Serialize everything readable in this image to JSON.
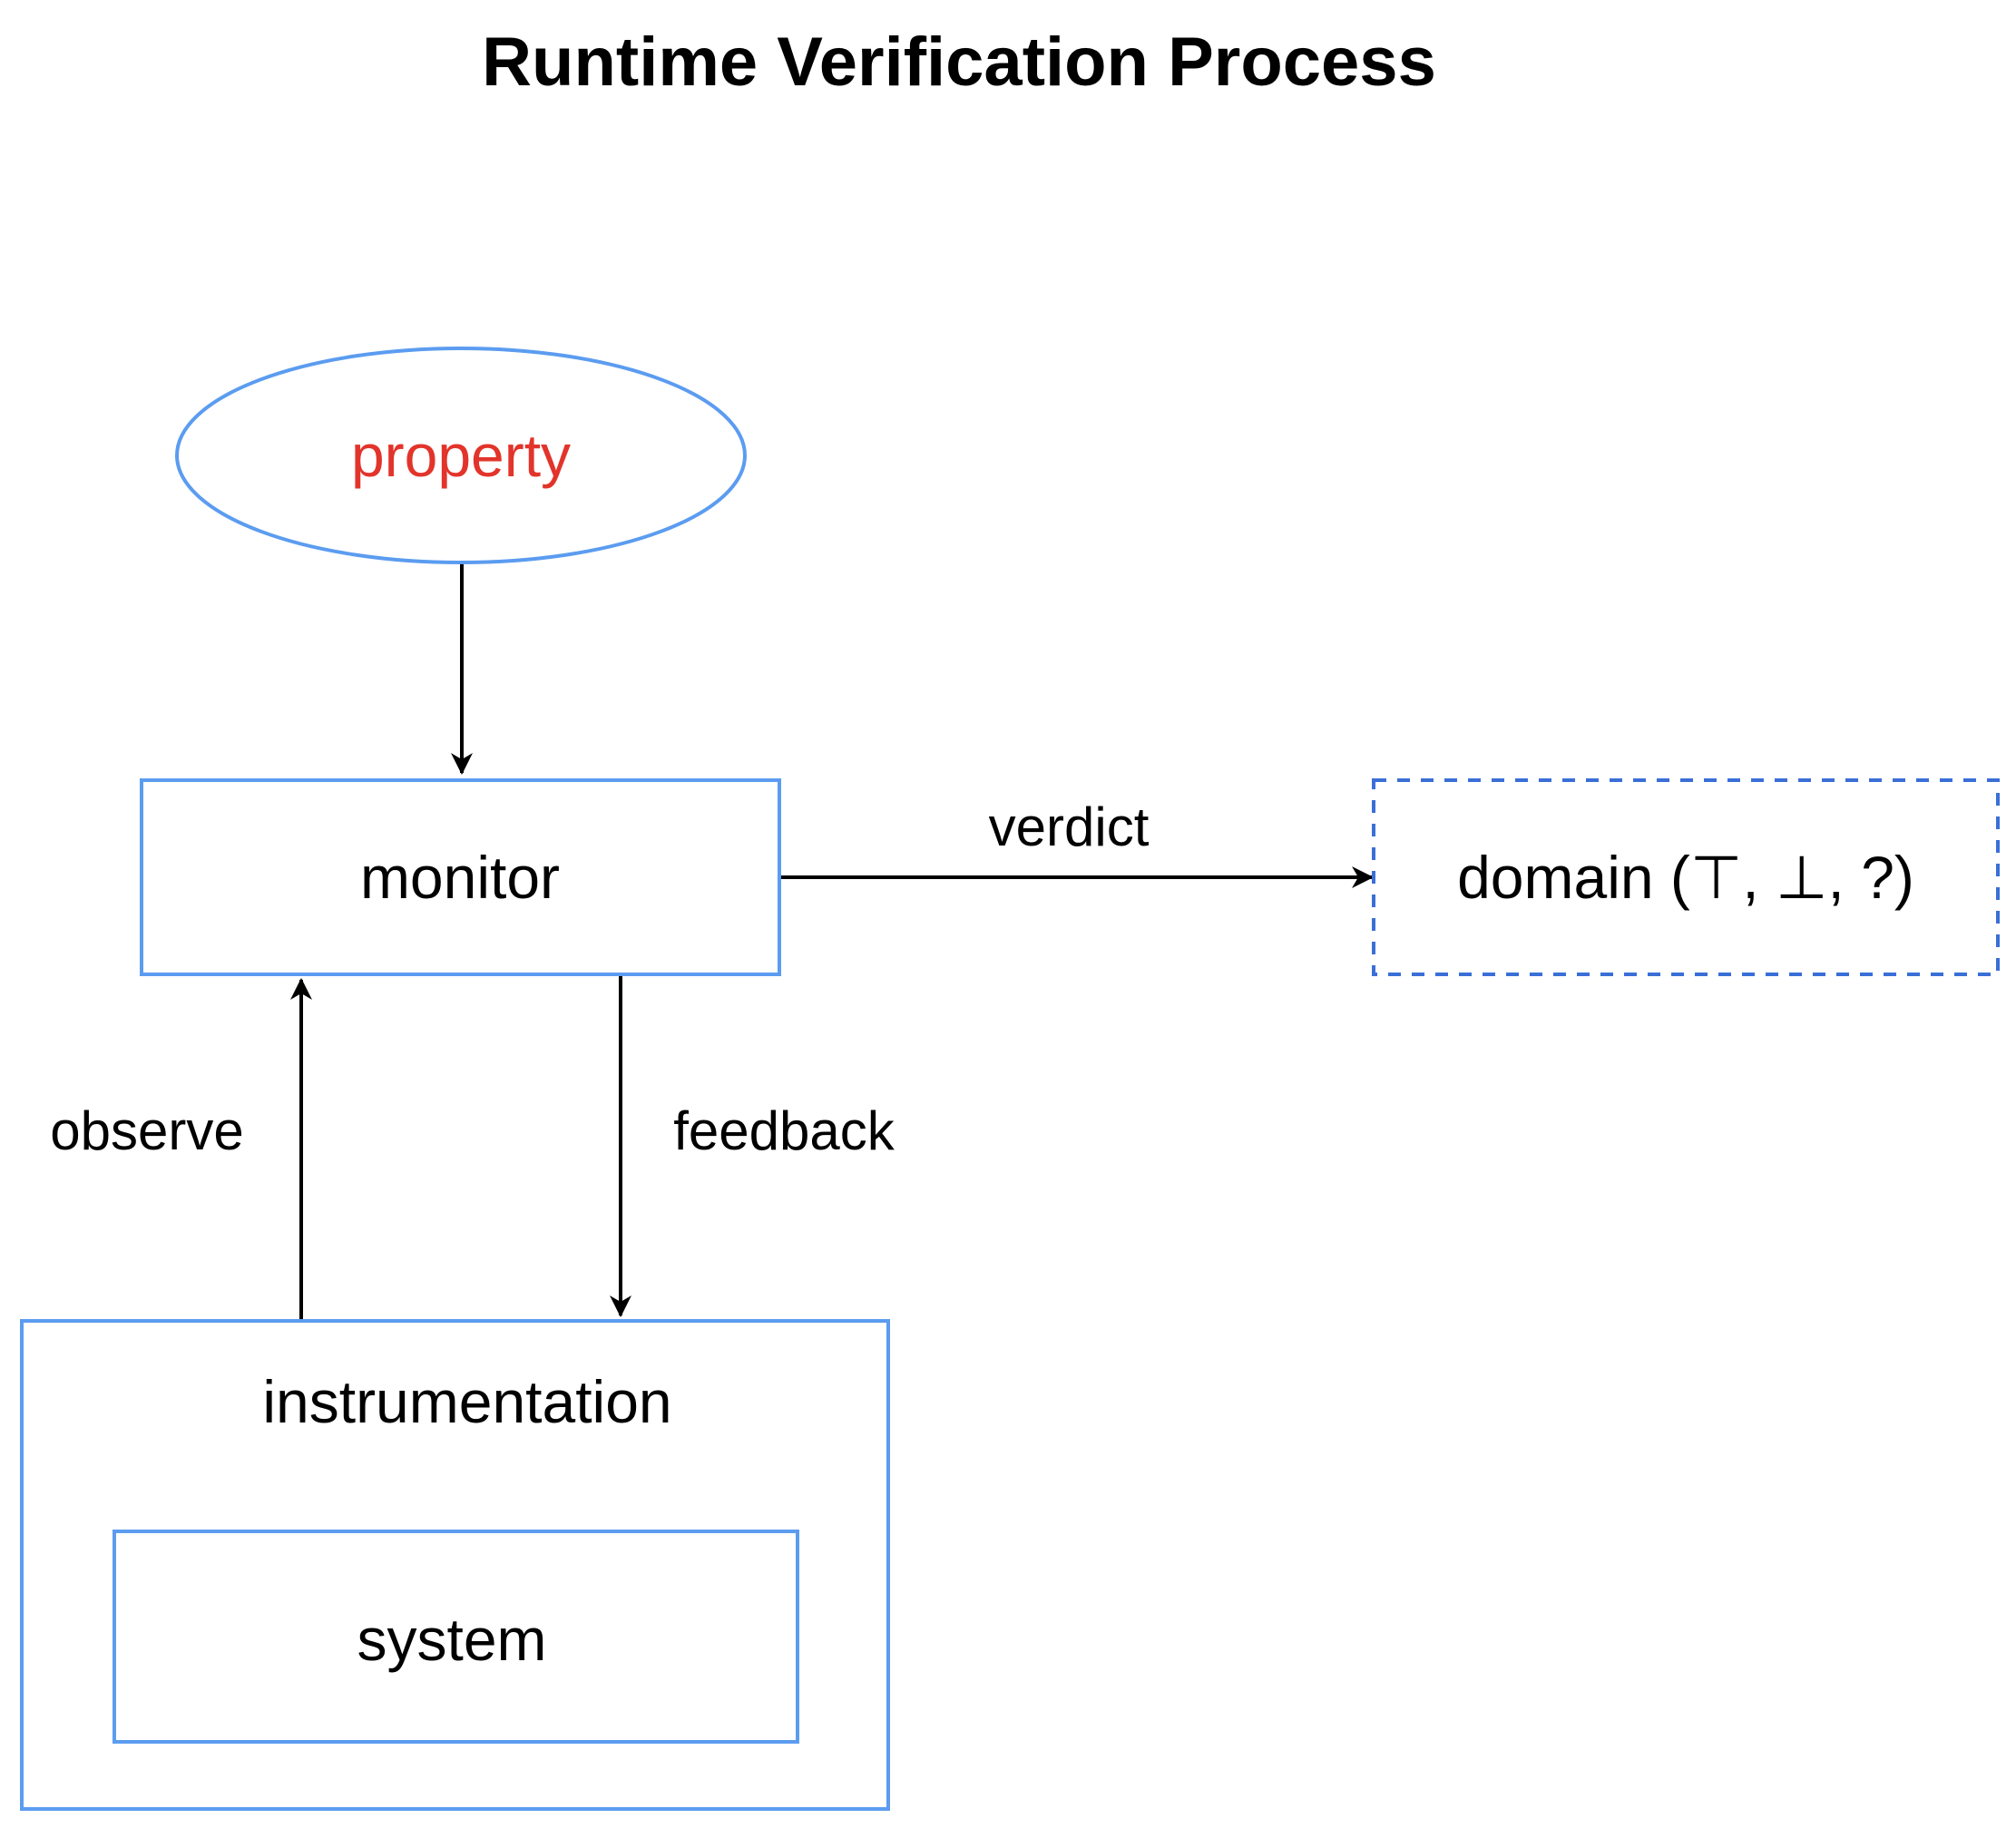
{
  "title": "Runtime Verification Process",
  "colors": {
    "node_border": "#5b9cf0",
    "domain_border": "#3a6fd8",
    "property_text": "#e2342b",
    "text": "#000000",
    "arrow": "#000000"
  },
  "nodes": {
    "property": {
      "label": "property",
      "shape": "ellipse",
      "border": "solid"
    },
    "monitor": {
      "label": "monitor",
      "shape": "rectangle",
      "border": "solid"
    },
    "domain": {
      "label": "domain (⊤, ⊥, ?)",
      "shape": "rectangle",
      "border": "dashed"
    },
    "instrumentation": {
      "label": "instrumentation",
      "shape": "rectangle",
      "border": "solid"
    },
    "system": {
      "label": "system",
      "shape": "rectangle",
      "border": "solid",
      "inside": "instrumentation"
    }
  },
  "edges": [
    {
      "from": "property",
      "to": "monitor",
      "label": ""
    },
    {
      "from": "monitor",
      "to": "domain",
      "label": "verdict"
    },
    {
      "from": "instrumentation",
      "to": "monitor",
      "label": "observe"
    },
    {
      "from": "monitor",
      "to": "instrumentation",
      "label": "feedback"
    }
  ]
}
